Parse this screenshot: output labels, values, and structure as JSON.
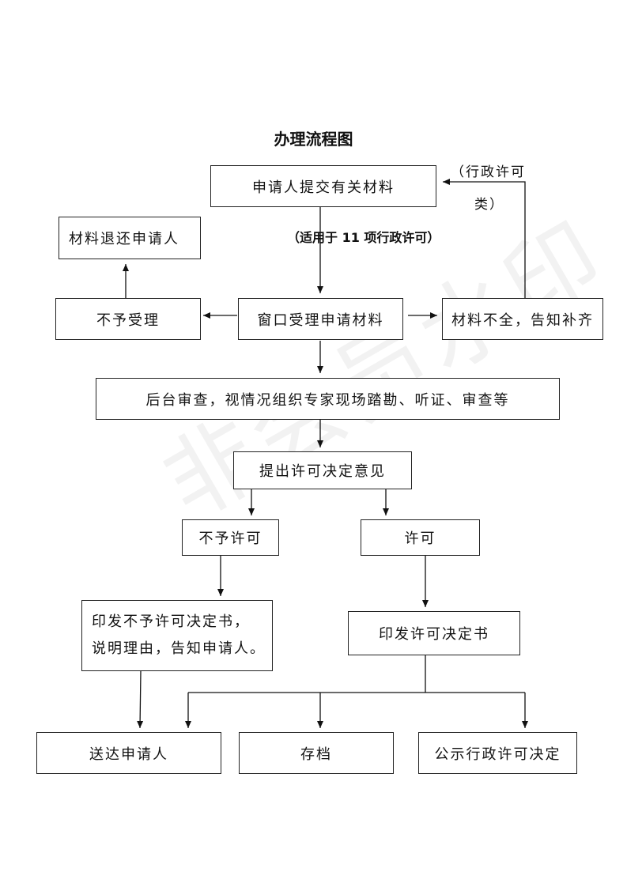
{
  "title": "办理流程图",
  "nodes": {
    "submit": "申请人提交有关材料",
    "return_materials": "材料退还申请人",
    "reject": "不予受理",
    "window_accept": "窗口受理申请材料",
    "incomplete": "材料不全，告知补齐",
    "backend_review": "后台审查，视情况组织专家现场踏勘、听证、审查等",
    "propose": "提出许可决定意见",
    "deny": "不予许可",
    "permit": "许可",
    "issue_deny_line1": "印发不予许可决定书，",
    "issue_deny_line2": "说明理由，告知申请人。",
    "issue_permit": "印发许可决定书",
    "deliver": "送达申请人",
    "archive": "存档",
    "publicize": "公示行政许可决定"
  },
  "notes": {
    "admin_class_line1": "（行政许可",
    "admin_class_line2": "类）",
    "scope": "（适用于 11 项行政许可）"
  },
  "watermark": "非会员水印"
}
